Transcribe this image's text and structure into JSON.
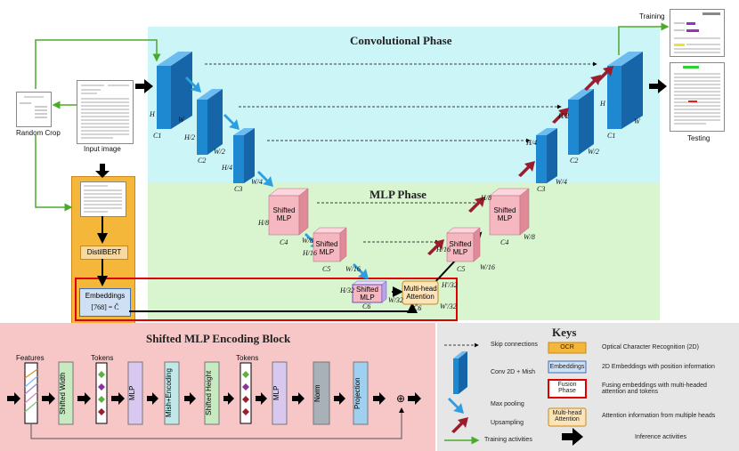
{
  "phases": {
    "conv": "Convolutional Phase",
    "mlp": "MLP Phase"
  },
  "input": {
    "label": "Input image",
    "crop": "Random Crop"
  },
  "outputs": {
    "training": "Training",
    "testing": "Testing"
  },
  "ocr": {
    "distilbert": "DistilBERT",
    "embeddings": "Embeddings",
    "dim": "[768] = Ĉ"
  },
  "encoder_dims": [
    {
      "h": "H",
      "w": "W",
      "c": "C1"
    },
    {
      "h": "H/2",
      "w": "W/2",
      "c": "C2"
    },
    {
      "h": "H/4",
      "w": "W/4",
      "c": "C3"
    }
  ],
  "decoder_dims": [
    {
      "h": "H/4",
      "w": "W/4",
      "c": "C3"
    },
    {
      "h": "H/2",
      "w": "W/2",
      "c": "C2"
    },
    {
      "h": "H",
      "w": "W",
      "c": "C1"
    }
  ],
  "mlp_blocks": {
    "label": "Shifted MLP",
    "dims": [
      {
        "h": "H/8",
        "w": "W/8",
        "c": "C4"
      },
      {
        "h": "H/16",
        "w": "W/16",
        "c": "C5"
      },
      {
        "h": "H/32",
        "w": "W/32",
        "c": "C6"
      },
      {
        "h": "H/16",
        "w": "W/16",
        "c": "C5"
      },
      {
        "h": "H/8",
        "w": "W/8",
        "c": "C4"
      }
    ]
  },
  "attention": {
    "label": "Multi-head Attention",
    "h": "H'/32",
    "w": "W'/32",
    "c": "Ĉ6"
  },
  "encoding_block": {
    "title": "Shifted MLP Encoding Block",
    "features": "Features",
    "tokens_1": "Tokens",
    "tokens_2": "Tokens",
    "stages": [
      "Shifted Width",
      "MLP",
      "Mish+Encoding",
      "Shifted Height",
      "MLP",
      "Norm",
      "Projection"
    ],
    "plus": "⊕"
  },
  "keys": {
    "title": "Keys",
    "skip": "Skip connections",
    "conv": "Conv 2D + Mish",
    "maxpool": "Max pooling",
    "upsample": "Upsampling",
    "training": "Training activities",
    "ocr_box": "OCR",
    "ocr_desc": "Optical Character Recognition (2D)",
    "emb_box": "Embeddings",
    "emb_desc": "2D Embeddings with position information",
    "fusion_box": "Fusion Phase",
    "fusion_desc": "Fusing embeddings with multi-headed attention and tokens",
    "mha_box": "Multi-head Attention",
    "mha_desc": "Attention information from multiple heads",
    "inference": "Inference activities"
  },
  "colors": {
    "conv_bg": "#ccf5f8",
    "mlp_bg": "#d8f5d0",
    "ocr_panel": "#f5b73a",
    "conv_block": "#1e88d0",
    "mlp_cube": "#f5b8c0",
    "fusion_border": "#e00000",
    "upsample": "#9b1c2c",
    "training_arrow": "#4caa2a",
    "encode_bg": "#f7c6c6",
    "legend_bg": "#e6e6e6"
  }
}
